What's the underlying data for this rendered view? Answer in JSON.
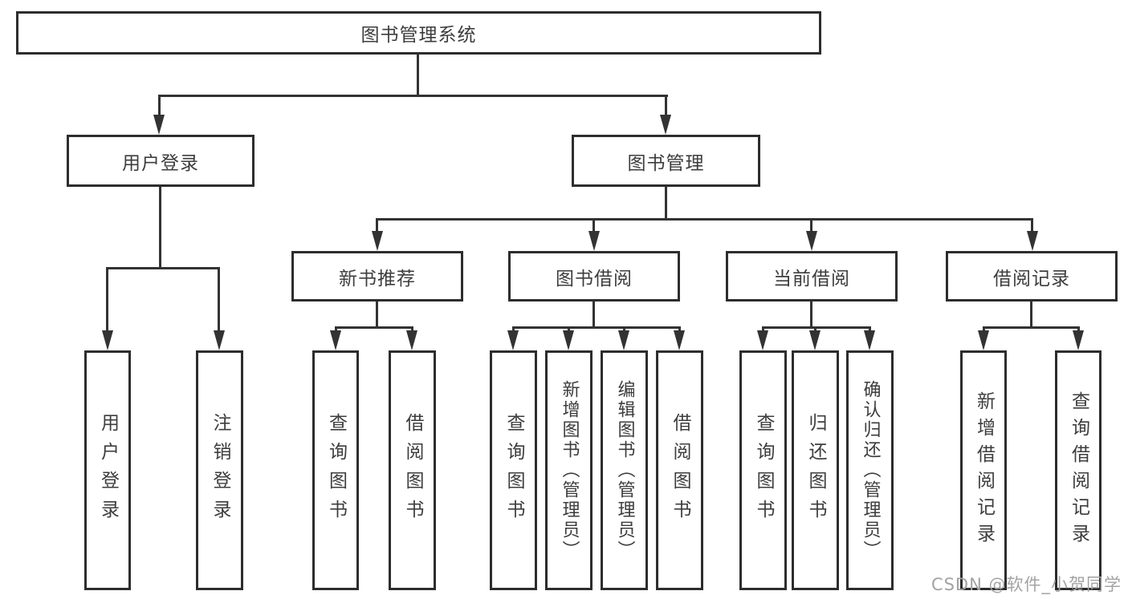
{
  "diagram_title": "图书管理系统",
  "tree": {
    "label": "图书管理系统",
    "children": [
      {
        "label": "用户登录",
        "children": [
          {
            "label": "用户登录"
          },
          {
            "label": "注销登录"
          }
        ]
      },
      {
        "label": "图书管理",
        "children": [
          {
            "label": "新书推荐",
            "children": [
              {
                "label": "查询图书"
              },
              {
                "label": "借阅图书"
              }
            ]
          },
          {
            "label": "图书借阅",
            "children": [
              {
                "label": "查询图书"
              },
              {
                "label": "新增图书（管理员）"
              },
              {
                "label": "编辑图书（管理员）"
              },
              {
                "label": "借阅图书"
              }
            ]
          },
          {
            "label": "当前借阅",
            "children": [
              {
                "label": "查询图书"
              },
              {
                "label": "归还图书"
              },
              {
                "label": "确认归还（管理员）"
              }
            ]
          },
          {
            "label": "借阅记录",
            "children": [
              {
                "label": "新增借阅记录"
              },
              {
                "label": "查询借阅记录"
              }
            ]
          }
        ]
      }
    ]
  },
  "watermark": {
    "text": "CSDN @软件_小贺同学"
  },
  "colors": {
    "line": "#333333",
    "border": "#2d2d2d",
    "text": "#3d3d3d",
    "watermark": "#a3a3a3",
    "background": "#ffffff"
  }
}
